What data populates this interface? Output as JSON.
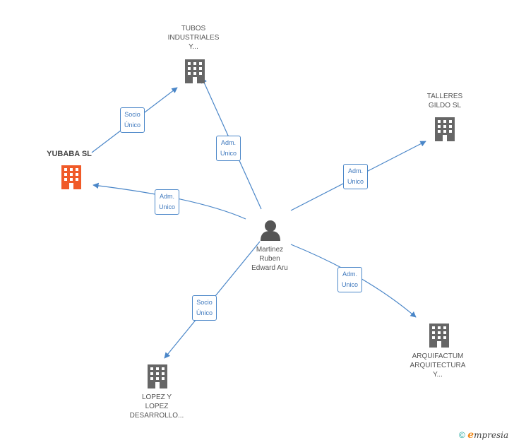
{
  "nodes": [
    {
      "id": "tubos",
      "label": "TUBOS\nINDUSTRIALES\nY...",
      "type": "company"
    },
    {
      "id": "talleres",
      "label": "TALLERES\nGILDO SL",
      "type": "company"
    },
    {
      "id": "yubaba",
      "label": "YUBABA SL",
      "type": "company",
      "highlight": true,
      "color": "#f05a28"
    },
    {
      "id": "person",
      "label": "Martinez\nRuben\nEdward Aru",
      "type": "person"
    },
    {
      "id": "arquifactum",
      "label": "ARQUIFACTUM\nARQUITECTURA\nY...",
      "type": "company"
    },
    {
      "id": "lopez",
      "label": "LOPEZ Y\nLOPEZ\nDESARROLLO...",
      "type": "company"
    }
  ],
  "edges": [
    {
      "from": "yubaba",
      "to": "tubos",
      "label": "Socio\nÚnico"
    },
    {
      "from": "person",
      "to": "tubos",
      "label": "Adm.\nUnico"
    },
    {
      "from": "person",
      "to": "talleres",
      "label": "Adm.\nUnico"
    },
    {
      "from": "person",
      "to": "yubaba",
      "label": "Adm.\nUnico"
    },
    {
      "from": "person",
      "to": "arquifactum",
      "label": "Adm.\nUnico"
    },
    {
      "from": "person",
      "to": "lopez",
      "label": "Socio\nÚnico"
    }
  ],
  "colors": {
    "edge": "#4a86c8",
    "company": "#666666",
    "highlight": "#f05a28"
  },
  "brand": {
    "copyright": "©",
    "e": "e",
    "name": "mpresia"
  }
}
